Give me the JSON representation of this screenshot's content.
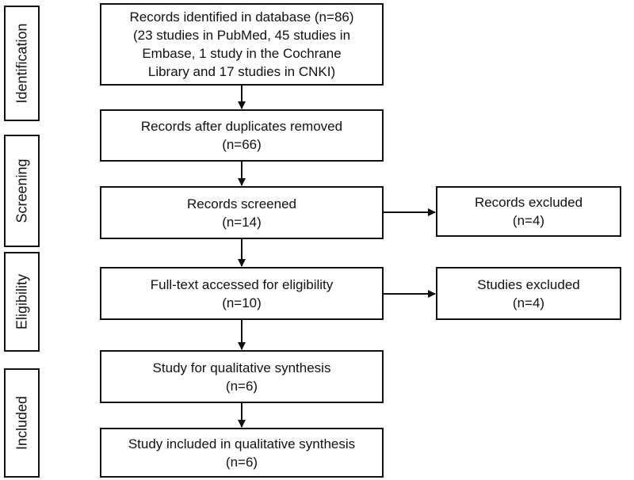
{
  "stages": [
    {
      "id": "identification",
      "label": "Identification"
    },
    {
      "id": "screening",
      "label": "Screening"
    },
    {
      "id": "eligibility",
      "label": "Eligibility"
    },
    {
      "id": "included",
      "label": "Included"
    }
  ],
  "boxes": {
    "identified": {
      "lines": [
        "Records identified in database (n=86)",
        "(23 studies in PubMed, 45 studies in",
        "Embase, 1 study in the Cochrane",
        "Library and 17 studies in CNKI)"
      ]
    },
    "duplicates_removed": {
      "lines": [
        "Records after duplicates removed",
        "(n=66)"
      ]
    },
    "screened": {
      "lines": [
        "Records screened",
        "(n=14)"
      ]
    },
    "records_excluded": {
      "lines": [
        "Records excluded",
        "(n=4)"
      ]
    },
    "fulltext": {
      "lines": [
        "Full-text accessed for eligibility",
        "(n=10)"
      ]
    },
    "studies_excluded": {
      "lines": [
        "Studies excluded",
        "(n=4)"
      ]
    },
    "qualitative": {
      "lines": [
        "Study for qualitative synthesis",
        "(n=6)"
      ]
    },
    "included": {
      "lines": [
        "Study included in qualitative synthesis",
        "(n=6)"
      ]
    }
  }
}
